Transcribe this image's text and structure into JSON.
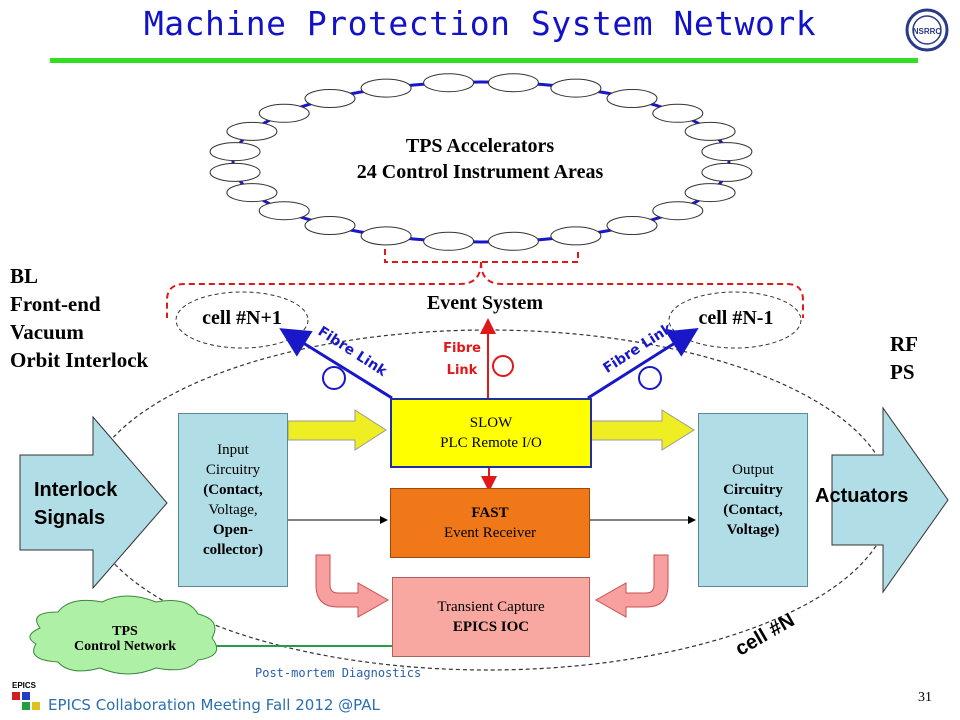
{
  "title": "Machine Protection System Network",
  "ring": {
    "line1": "TPS Accelerators",
    "line2": "24 Control Instrument Areas"
  },
  "left_systems": [
    "BL",
    "Front-end",
    "Vacuum",
    "Orbit Interlock"
  ],
  "right_systems": [
    "RF",
    "PS"
  ],
  "event_system": "Event System",
  "cells": {
    "plus": "cell #N+1",
    "minus": "cell #N-1",
    "current": "cell #N"
  },
  "links": {
    "fibre_left": "Fibre Link",
    "fibre_right": "Fibre Link",
    "fibre_center_1": "Fibre",
    "fibre_center_2": "Link"
  },
  "interlock": [
    "Interlock",
    "Signals"
  ],
  "actuators": "Actuators",
  "input_box": [
    "Input",
    "Circuitry",
    "(Contact,",
    "Voltage,",
    "Open-",
    "collector)"
  ],
  "output_box": [
    "Output",
    "Circuitry",
    "(Contact,",
    "Voltage)"
  ],
  "slow_box": [
    "SLOW",
    "PLC Remote I/O"
  ],
  "fast_box": [
    "FAST",
    "Event Receiver"
  ],
  "transient_box": [
    "Transient Capture",
    "EPICS IOC"
  ],
  "cloud": [
    "TPS",
    "Control Network"
  ],
  "post_mortem": "Post-mortem Diagnostics",
  "footer": {
    "meeting": "EPICS Collaboration Meeting Fall 2012 @PAL",
    "page": "31",
    "epics_logo": "EPICS",
    "logo_text": "NSRRC"
  },
  "colors": {
    "title": "#1212c8",
    "rule": "#33dd22",
    "slow": "#ffff00",
    "fast": "#f07818",
    "transient": "#f8a8a0",
    "io_box": "#b0dde6",
    "arrow_yellow": "#eeee22",
    "arrow_pink": "#f8a0a0",
    "cloud": "#aef0a6",
    "red_dash": "#e01818",
    "fibre_blue": "#1818c8"
  }
}
